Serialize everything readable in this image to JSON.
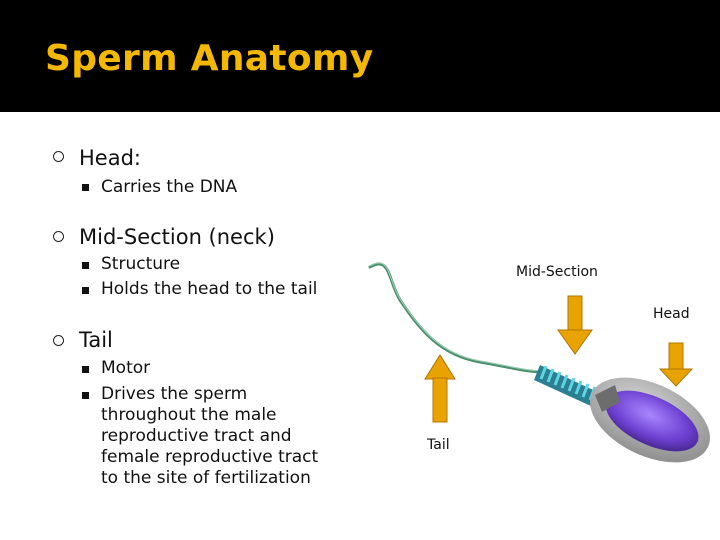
{
  "slide": {
    "title": "Sperm Anatomy"
  },
  "outline": {
    "head": {
      "label": "Head:",
      "items": [
        "Carries the DNA"
      ]
    },
    "midsection": {
      "label": "Mid-Section (neck)",
      "items": [
        "Structure",
        "Holds the head to the tail"
      ]
    },
    "tail": {
      "label": "Tail",
      "items": [
        "Motor"
      ],
      "item2_lines": [
        "Drives the sperm",
        "throughout the male",
        "reproductive tract and",
        "female reproductive tract",
        "to the site of fertilization"
      ]
    }
  },
  "diagram": {
    "labels": {
      "midsection": "Mid-Section",
      "head": "Head",
      "tail": "Tail"
    },
    "colors": {
      "arrow": "#e8a300",
      "head": "#7a4fd0",
      "tail": "#4a8f6c",
      "midpiece": "#36b3c2"
    }
  }
}
